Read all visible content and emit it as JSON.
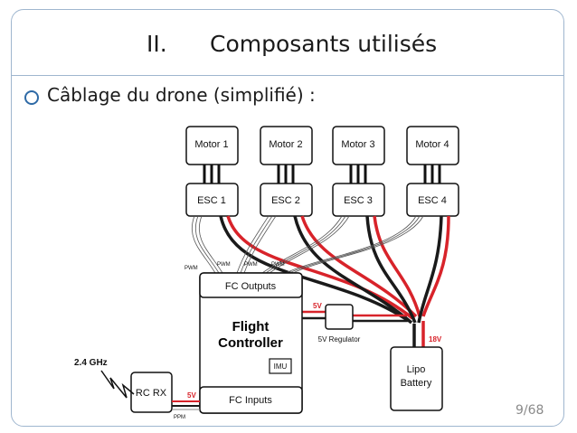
{
  "slide": {
    "section_number": "II.",
    "title": "Composants utilisés",
    "bullet": "Câblage du drone (simplifié) :",
    "page": "9/68"
  },
  "diagram": {
    "motors": [
      "Motor 1",
      "Motor 2",
      "Motor 3",
      "Motor 4"
    ],
    "escs": [
      "ESC 1",
      "ESC 2",
      "ESC 3",
      "ESC 4"
    ],
    "fc_outputs": "FC Outputs",
    "flight_controller": [
      "Flight",
      "Controller"
    ],
    "imu": "IMU",
    "fc_inputs": "FC Inputs",
    "regulator": "5V Regulator",
    "battery": [
      "Lipo",
      "Battery"
    ],
    "rc_rx": "RC RX",
    "radio": "2.4 GHz",
    "label_5v_reg": "5V",
    "label_18v": "18V",
    "label_5v_rx": "5V",
    "pwm": "PWM",
    "ppm": "PPM",
    "colors": {
      "red_wire": "#d8232a",
      "black_wire": "#1a1a1a",
      "frame": "#9fb6cf",
      "bullet": "#2e6aa6"
    }
  }
}
